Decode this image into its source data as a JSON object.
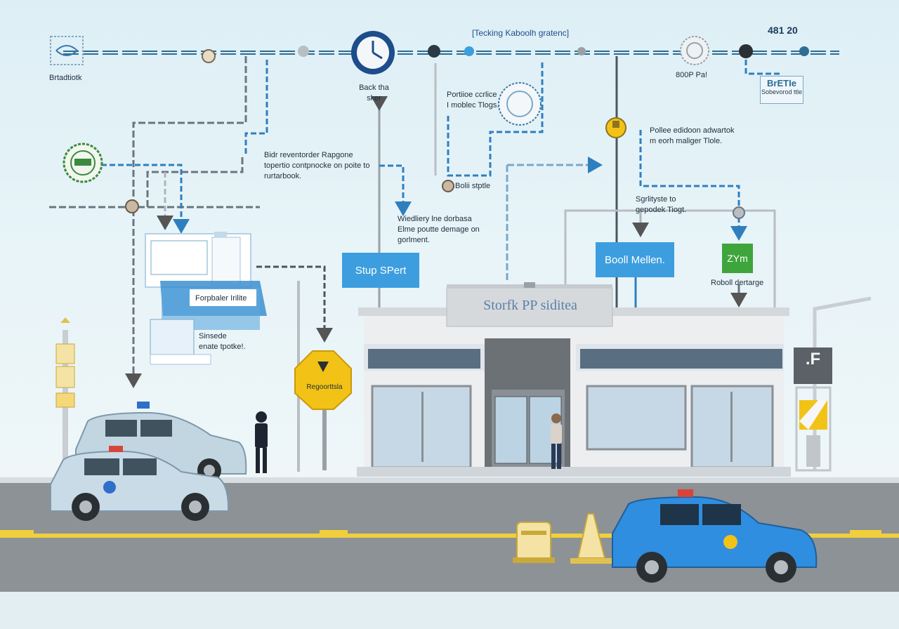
{
  "header": {
    "title": "[Tecking Kaboolh gratenc]",
    "code": "481 20"
  },
  "nodes": {
    "top_left": "Brtadtiotk",
    "clock": "Back tha\nsker",
    "right_top": "800P Pa!",
    "right_badge_label": "Sobevorod ttle",
    "right_badge_text": "BrETIe"
  },
  "notes": {
    "mid_top": "Portiioe ccrlice\nI moblec Tlogs.",
    "left_mid": "Bidr reventorder Rapgone\ntopertio contpnocke on poite to\nrurtarbook.",
    "bolt": "Bolii stptle",
    "right_mid": "Pollee edidoon adwartok\nm eorh maliger Tlole.",
    "right_low": "Sgrlityste to\ngepodek Tiogt.",
    "center_low": "Wiedliery lne dorbasa\nElme poutte demage on\ngorlment.",
    "form_label": "Forpbaler Irilite",
    "form_label2": "Sinsede\nenate tpotke!.",
    "sign_text": "Regoorttsla",
    "roboll": "Roboll dertarge"
  },
  "buttons": {
    "stup": "Stup SPert",
    "boolll": "Booll Mellen.",
    "zym": "ZYm"
  },
  "building": {
    "sign": "Storfk PP siditea",
    "tower_label": ".F"
  },
  "colors": {
    "accent_blue": "#3c9ede",
    "sign_yellow": "#f2c316",
    "road": "#8a9095",
    "lane_yellow": "#f1cf3c",
    "police_blue": "#2f8ee0",
    "car_light": "#b9cfdc"
  }
}
